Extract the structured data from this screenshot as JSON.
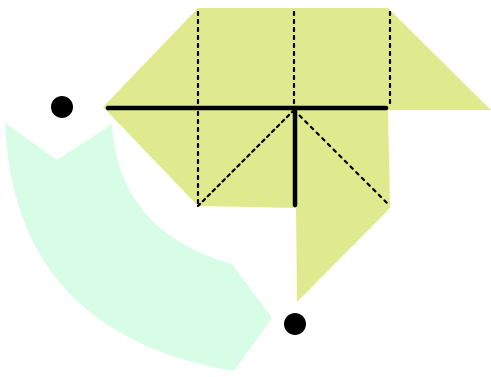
{
  "colors": {
    "background": "#ffffff",
    "folded_shape": "#dfea8f",
    "arc_band": "#d7fde7",
    "solid_line": "#000000",
    "dotted_line": "#000000",
    "points": "#000000"
  },
  "diagram": {
    "description_marks": {
      "points": 2,
      "dotted_lines": 5,
      "solid_segments": 2
    }
  }
}
